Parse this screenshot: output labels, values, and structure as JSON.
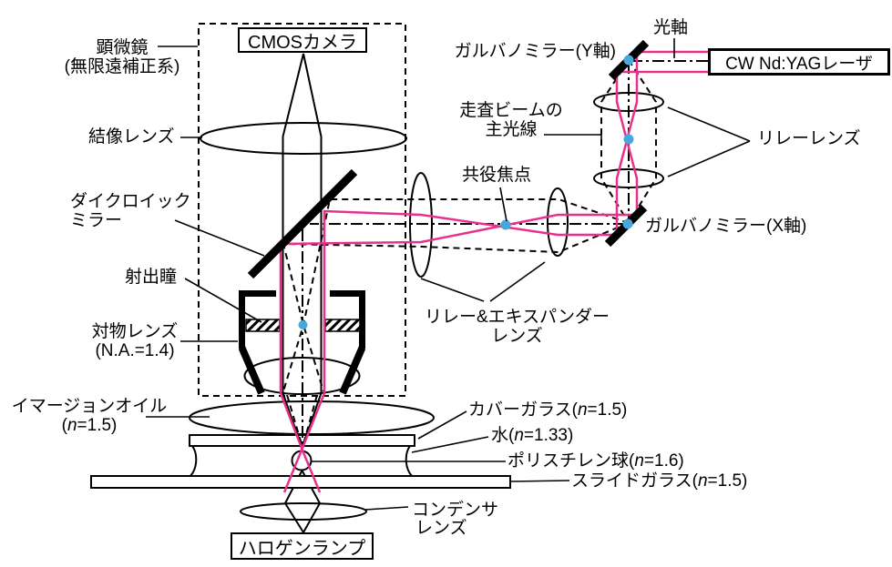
{
  "boxes": {
    "cmos_camera": "CMOSカメラ",
    "laser": "CW Nd:YAGレーザ",
    "halogen_lamp": "ハロゲンランプ"
  },
  "labels": {
    "microscope_line1": "顕微鏡",
    "microscope_line2": "(無限遠補正系)",
    "tube_lens": "結像レンズ",
    "dichroic_line1": "ダイクロイック",
    "dichroic_line2": "ミラー",
    "exit_pupil": "射出瞳",
    "objective_line1": "対物レンズ",
    "objective_line2": "(N.A.=1.4)",
    "immersion_oil_line1": "イマージョンオイル",
    "immersion_oil_n": {
      "pre": "(",
      "n": "n",
      "post": "=1.5)"
    },
    "cover_glass": {
      "pre": "カバーガラス(",
      "n": "n",
      "post": "=1.5)"
    },
    "water": {
      "pre": "水(",
      "n": "n",
      "post": "=1.33)"
    },
    "polystyrene": {
      "pre": "ポリスチレン球(",
      "n": "n",
      "post": "=1.6)"
    },
    "slide_glass": {
      "pre": "スライドガラス(",
      "n": "n",
      "post": "=1.5)"
    },
    "condenser_line1": "コンデンサ",
    "condenser_line2": "レンズ",
    "galvano_y": "ガルバノミラー(Y軸)",
    "optical_axis": "光軸",
    "scan_beam_line1": "走査ビームの",
    "scan_beam_line2": "主光線",
    "relay_lens": "リレーレンズ",
    "conjugate_focus": "共役焦点",
    "galvano_x": "ガルバノミラー(X軸)",
    "expander_line1": "リレー&エキスパンダー",
    "expander_line2": "レンズ"
  },
  "colors": {
    "beam_pink": "#e8308c",
    "focal_dot_blue": "#47a8de",
    "line_black": "#000000"
  }
}
